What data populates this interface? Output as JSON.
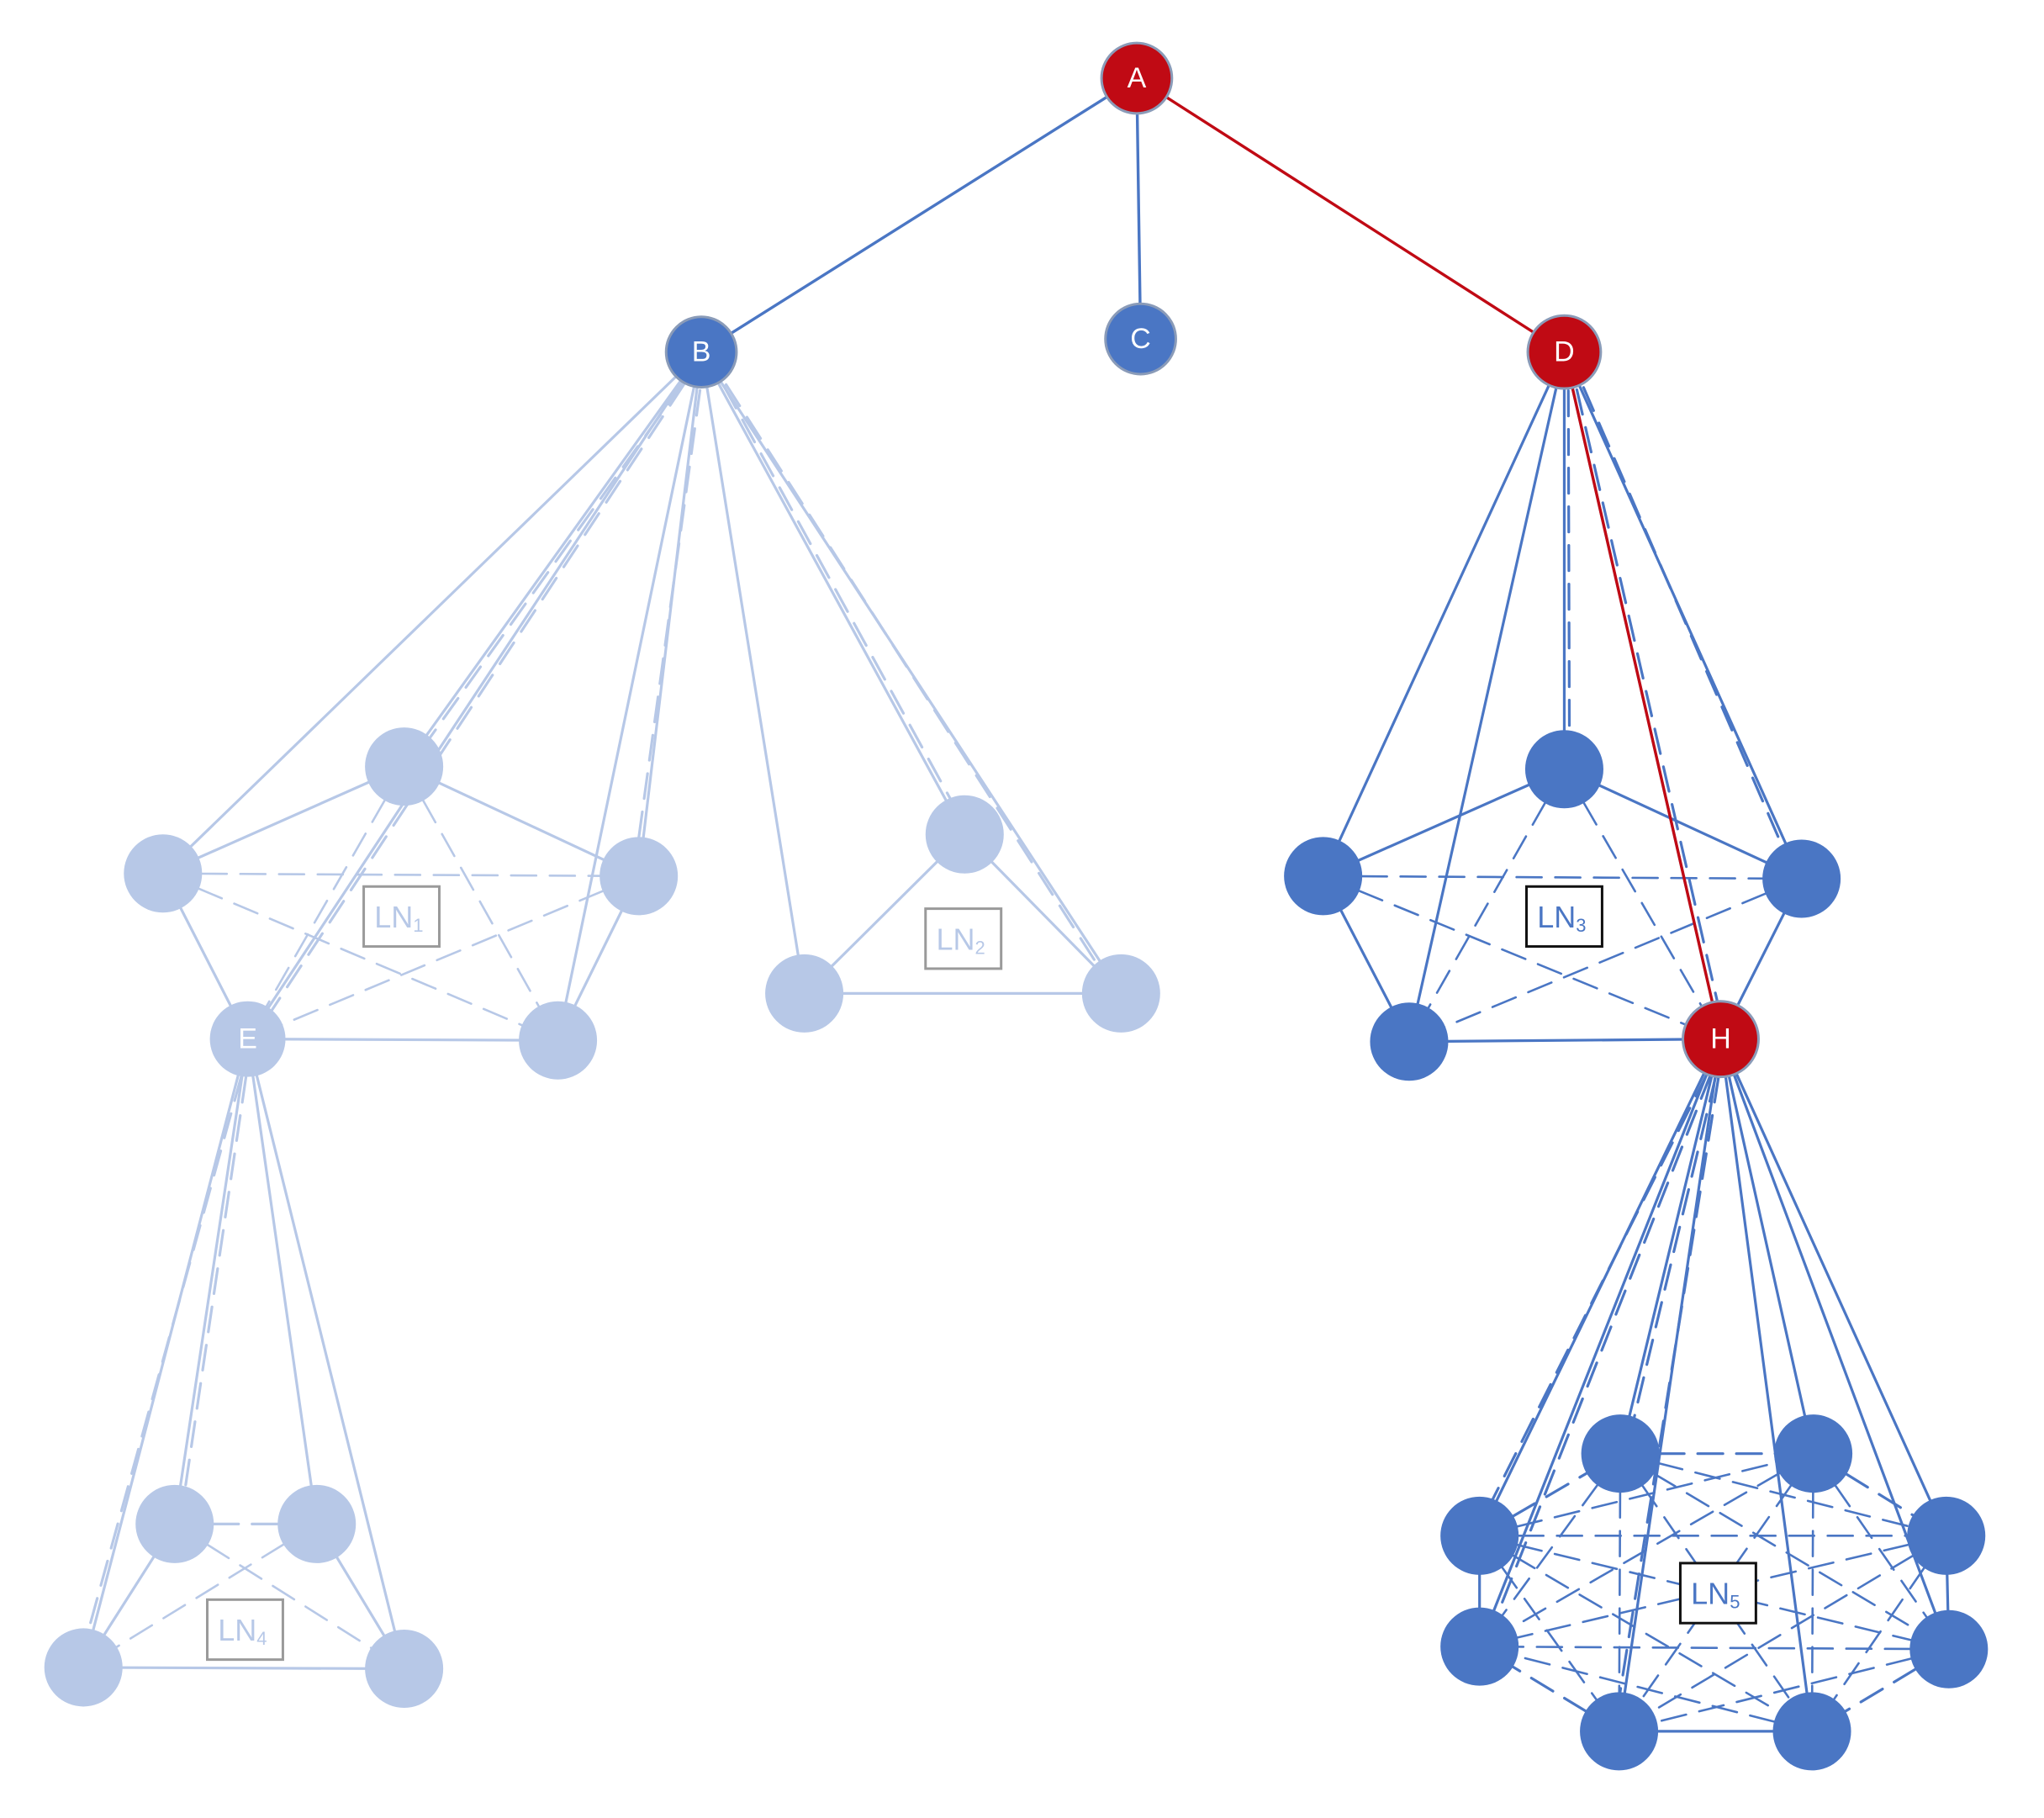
{
  "colors": {
    "highlight": "#c00a14",
    "active": "#4a76c4",
    "faded": "#b7c8e7",
    "box_active": "#111111",
    "box_faded": "#9a9a9a",
    "white": "#ffffff"
  },
  "nodes": {
    "A": {
      "label": "A",
      "state": "highlight"
    },
    "B": {
      "label": "B",
      "state": "active"
    },
    "C": {
      "label": "C",
      "state": "active"
    },
    "D": {
      "label": "D",
      "state": "highlight"
    },
    "E": {
      "label": "E",
      "state": "faded"
    },
    "H": {
      "label": "H",
      "state": "highlight"
    }
  },
  "groups": [
    {
      "id": "LN1",
      "label": "LN",
      "subscript": "1",
      "state": "faded",
      "hub": "B",
      "size": 5
    },
    {
      "id": "LN2",
      "label": "LN",
      "subscript": "2",
      "state": "faded",
      "hub": "B",
      "size": 3
    },
    {
      "id": "LN3",
      "label": "LN",
      "subscript": "3",
      "state": "active",
      "hub": "D",
      "size": 5
    },
    {
      "id": "LN4",
      "label": "LN",
      "subscript": "4",
      "state": "faded",
      "hub": "E",
      "size": 4
    },
    {
      "id": "LN5",
      "label": "LN",
      "subscript": "5",
      "state": "active",
      "hub": "H",
      "size": 8
    }
  ],
  "tree_edges": [
    {
      "from": "A",
      "to": "B",
      "state": "active"
    },
    {
      "from": "A",
      "to": "C",
      "state": "active"
    },
    {
      "from": "A",
      "to": "D",
      "state": "highlight"
    }
  ],
  "highlight_path": [
    "A",
    "D",
    "H"
  ]
}
